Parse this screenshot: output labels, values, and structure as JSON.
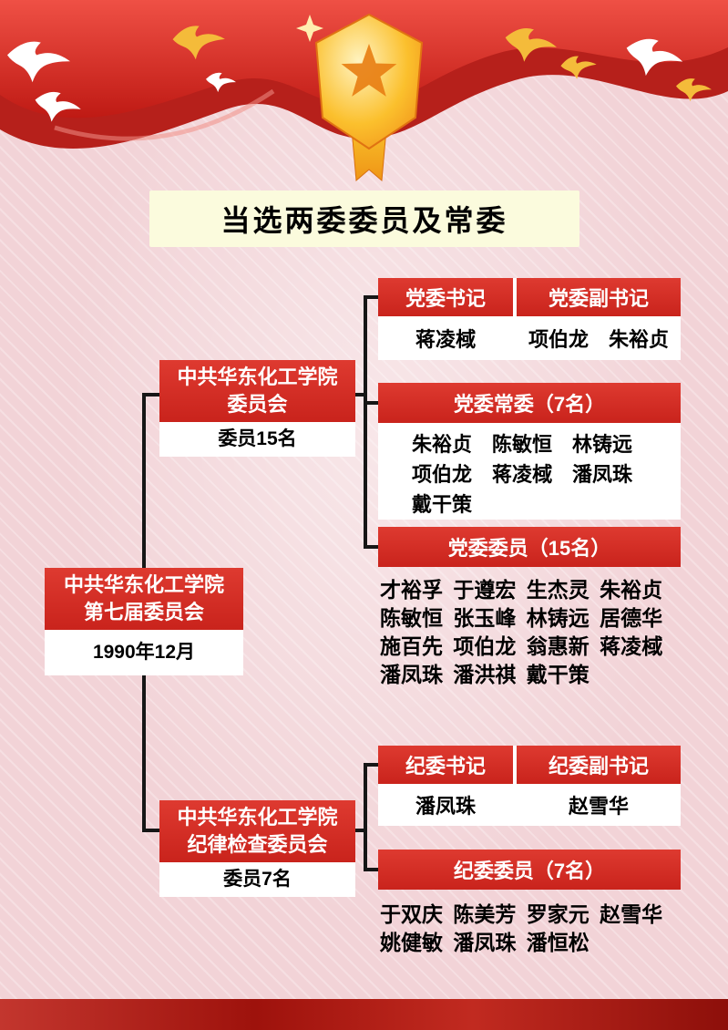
{
  "title": "当选两委委员及常委",
  "colors": {
    "box_red": "#d3271f",
    "title_bg": "#fbfbdd",
    "background_pink": "#f2d3d7",
    "connector_black": "#161616",
    "gold": "#f4bb3a"
  },
  "root_node": {
    "line1": "中共华东化工学院",
    "line2": "第七届委员会",
    "date": "1990年12月"
  },
  "party_committee_node": {
    "line1": "中共华东化工学院",
    "line2": "委员会",
    "count": "委员15名"
  },
  "discipline_committee_node": {
    "line1": "中共华东化工学院",
    "line2": "纪律检查委员会",
    "count": "委员7名"
  },
  "party_leaders": {
    "secretary_header": "党委书记",
    "deputy_header": "党委副书记",
    "secretary": "蒋凌棫",
    "deputies": "项伯龙　朱裕贞"
  },
  "party_standing": {
    "header": "党委常委（7名）",
    "rows": [
      "朱裕贞　陈敏恒　林铸远",
      "项伯龙　蒋凌棫　潘凤珠",
      "戴干策"
    ]
  },
  "party_members": {
    "header": "党委委员（15名）",
    "rows": [
      "才裕孚 于遵宏 生杰灵 朱裕贞",
      "陈敏恒 张玉峰 林铸远 居德华",
      "施百先 项伯龙 翁惠新 蒋凌棫",
      "潘凤珠 潘洪祺 戴干策"
    ]
  },
  "discipline_leaders": {
    "secretary_header": "纪委书记",
    "deputy_header": "纪委副书记",
    "secretary": "潘凤珠",
    "deputies": "赵雪华"
  },
  "discipline_members": {
    "header": "纪委委员（7名）",
    "rows": [
      "于双庆 陈美芳 罗家元 赵雪华",
      "姚健敏 潘凤珠 潘恒松"
    ]
  }
}
